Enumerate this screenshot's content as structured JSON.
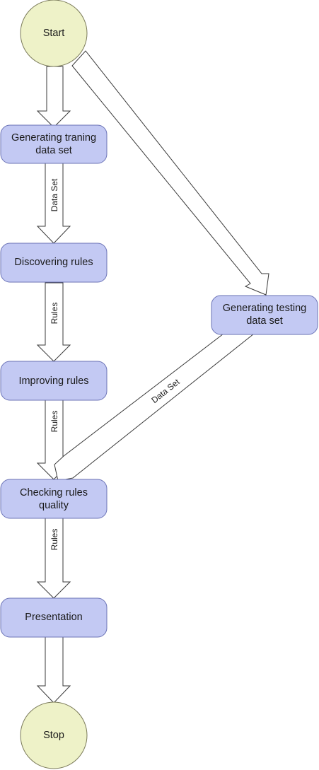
{
  "colors": {
    "terminal_fill": "#eef2c8",
    "terminal_stroke": "#7b7b5a",
    "process_fill": "#c3c9f3",
    "process_stroke": "#6b73b6",
    "arrow_stroke": "#3a3a3a"
  },
  "nodes": {
    "start": "Start",
    "gen_training": [
      "Generating traning",
      "data set"
    ],
    "discovering": "Discovering rules",
    "improving": "Improving rules",
    "gen_testing": [
      "Generating testing",
      "data set"
    ],
    "checking": [
      "Checking rules",
      "quality"
    ],
    "presentation": "Presentation",
    "stop": "Stop"
  },
  "edges": {
    "training_to_discovering": "Data Set",
    "discovering_to_improving": "Rules",
    "improving_to_checking": "Rules",
    "testing_to_checking": "Data Set",
    "checking_to_presentation": "Rules"
  }
}
